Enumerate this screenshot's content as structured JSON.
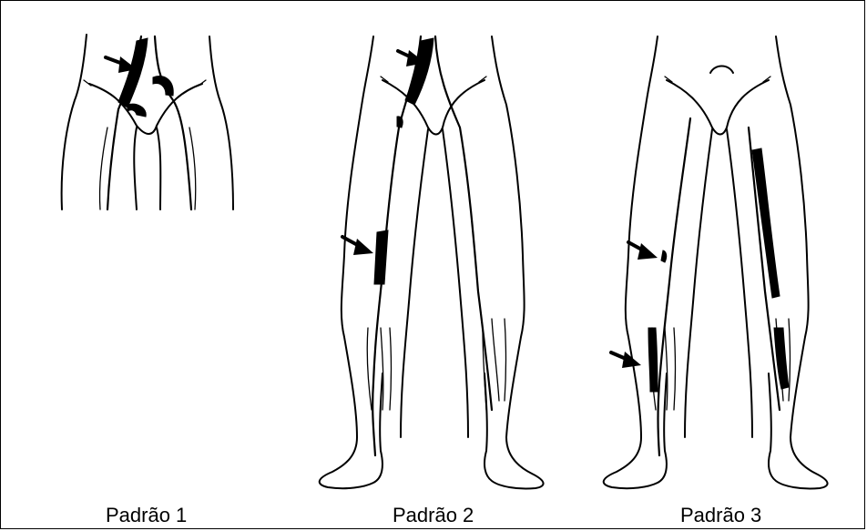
{
  "figure": {
    "border_color": "#000000",
    "panels": [
      {
        "caption": "Padrão 1"
      },
      {
        "caption": "Padrão 2"
      },
      {
        "caption": "Padrão 3"
      }
    ]
  }
}
